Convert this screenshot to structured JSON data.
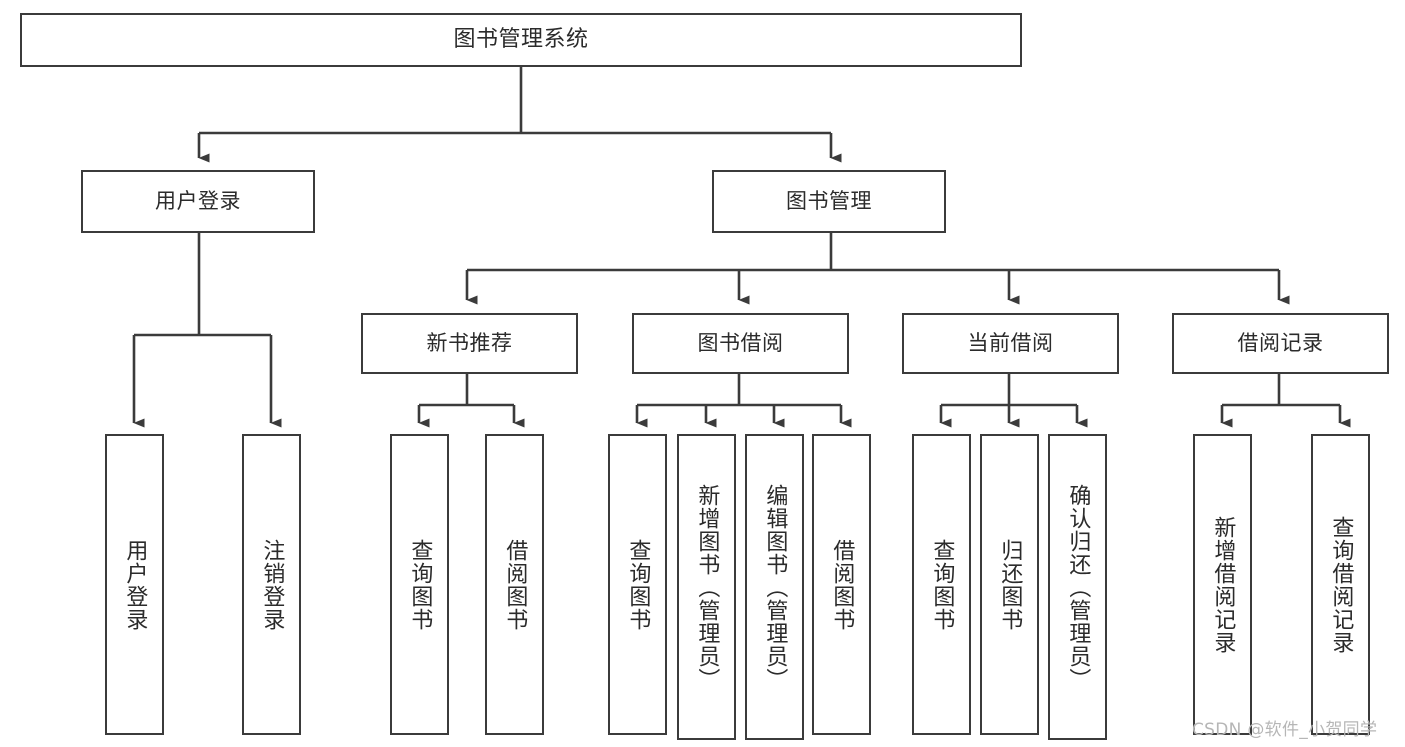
{
  "diagram": {
    "title": "图书管理系统",
    "type": "tree-hierarchy",
    "colors": {
      "box_border": "#3b3b3b",
      "box_fill": "#ffffff",
      "connector": "#3b3b3b",
      "text": "#2b2b2b",
      "watermark": "#b6b6b6",
      "background": "#ffffff"
    },
    "root": {
      "label": "图书管理系统"
    },
    "level1": [
      {
        "id": "user-login",
        "label": "用户登录"
      },
      {
        "id": "book-management",
        "label": "图书管理"
      }
    ],
    "level2": [
      {
        "id": "new-book-recommend",
        "label": "新书推荐"
      },
      {
        "id": "book-borrow",
        "label": "图书借阅"
      },
      {
        "id": "current-borrow",
        "label": "当前借阅"
      },
      {
        "id": "borrow-record",
        "label": "借阅记录"
      }
    ],
    "leaves": {
      "user-login": [
        {
          "id": "leaf-user-login",
          "label": "用户登录"
        },
        {
          "id": "leaf-logout-login",
          "label": "注销登录"
        }
      ],
      "new-book-recommend": [
        {
          "id": "leaf-query-book-1",
          "label": "查询图书"
        },
        {
          "id": "leaf-borrow-book-1",
          "label": "借阅图书"
        }
      ],
      "book-borrow": [
        {
          "id": "leaf-query-book-2",
          "label": "查询图书"
        },
        {
          "id": "leaf-add-book",
          "label": "新增图书（管理员）"
        },
        {
          "id": "leaf-edit-book",
          "label": "编辑图书（管理员）"
        },
        {
          "id": "leaf-borrow-book-2",
          "label": "借阅图书"
        }
      ],
      "current-borrow": [
        {
          "id": "leaf-query-book-3",
          "label": "查询图书"
        },
        {
          "id": "leaf-return-book",
          "label": "归还图书"
        },
        {
          "id": "leaf-confirm-return",
          "label": "确认归还（管理员）"
        }
      ],
      "borrow-record": [
        {
          "id": "leaf-add-record",
          "label": "新增借阅记录"
        },
        {
          "id": "leaf-query-record",
          "label": "查询借阅记录"
        }
      ]
    }
  },
  "watermark": {
    "text": "CSDN @软件_小贺同学"
  }
}
